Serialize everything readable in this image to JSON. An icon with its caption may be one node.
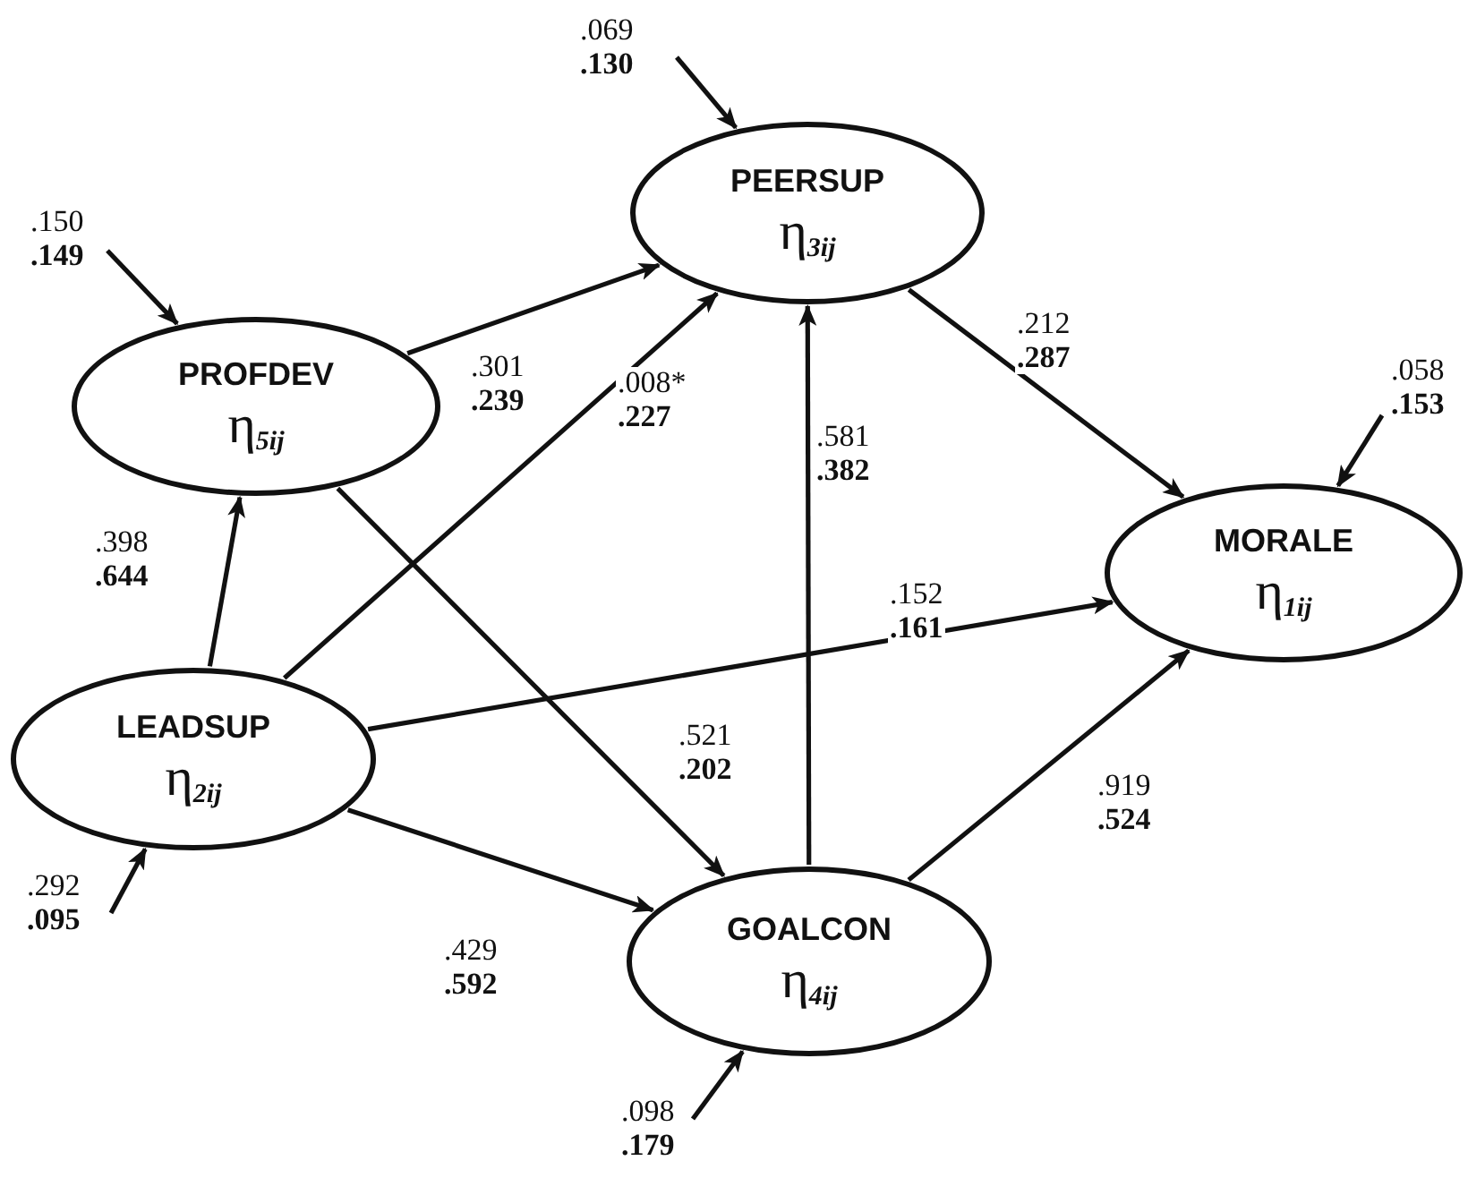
{
  "diagram": {
    "nodes": [
      {
        "text": [
          "PEERSUP",
          "η$_{3ij}$"
        ]
      },
      {
        "text": [
          "PROFDEV",
          "η$_{5ij}$"
        ]
      },
      {
        "text": [
          "MORALE",
          "η$_{1ij}$"
        ]
      },
      {
        "text": [
          "LEADSUP",
          "η$_{2ij}$"
        ]
      },
      {
        "text": [
          "GOALCON",
          "η$_{4ij}$"
        ]
      }
    ],
    "edges": [
      {
        "from": 1,
        "to": 0,
        "arrow": "to",
        "label": ".301 **.239**"
      },
      {
        "from": 3,
        "to": 0,
        "arrow": "to",
        "label": ".008* **.227**"
      },
      {
        "from": 3,
        "to": 1,
        "arrow": "to",
        "label": ".398 **.644**"
      },
      {
        "from": 1,
        "to": 4,
        "arrow": "to",
        "label": ".521 **.202**"
      },
      {
        "from": 3,
        "to": 2,
        "arrow": "to",
        "label": ".152 **.161**"
      },
      {
        "from": 3,
        "to": 4,
        "arrow": "to",
        "label": ".429 **.592**"
      },
      {
        "from": 4,
        "to": 0,
        "arrow": "to",
        "label": ".581 **.382**"
      },
      {
        "from": 0,
        "to": 2,
        "arrow": "to",
        "label": ".212 **.287**"
      },
      {
        "from": 4,
        "to": 2,
        "arrow": "to",
        "label": ".919 **.524**"
      },
      {
        "from": null,
        "to": 0,
        "arrow": "to",
        "label": ".069 **.130**"
      },
      {
        "from": null,
        "to": 1,
        "arrow": "to",
        "label": ".150 **.149**"
      },
      {
        "from": null,
        "to": 2,
        "arrow": "to",
        "label": ".058 **.153**"
      },
      {
        "from": null,
        "to": 3,
        "arrow": "to",
        "label": ".292 **.095**"
      },
      {
        "from": null,
        "to": 4,
        "arrow": "to",
        "label": ".098 **.179**"
      }
    ]
  }
}
